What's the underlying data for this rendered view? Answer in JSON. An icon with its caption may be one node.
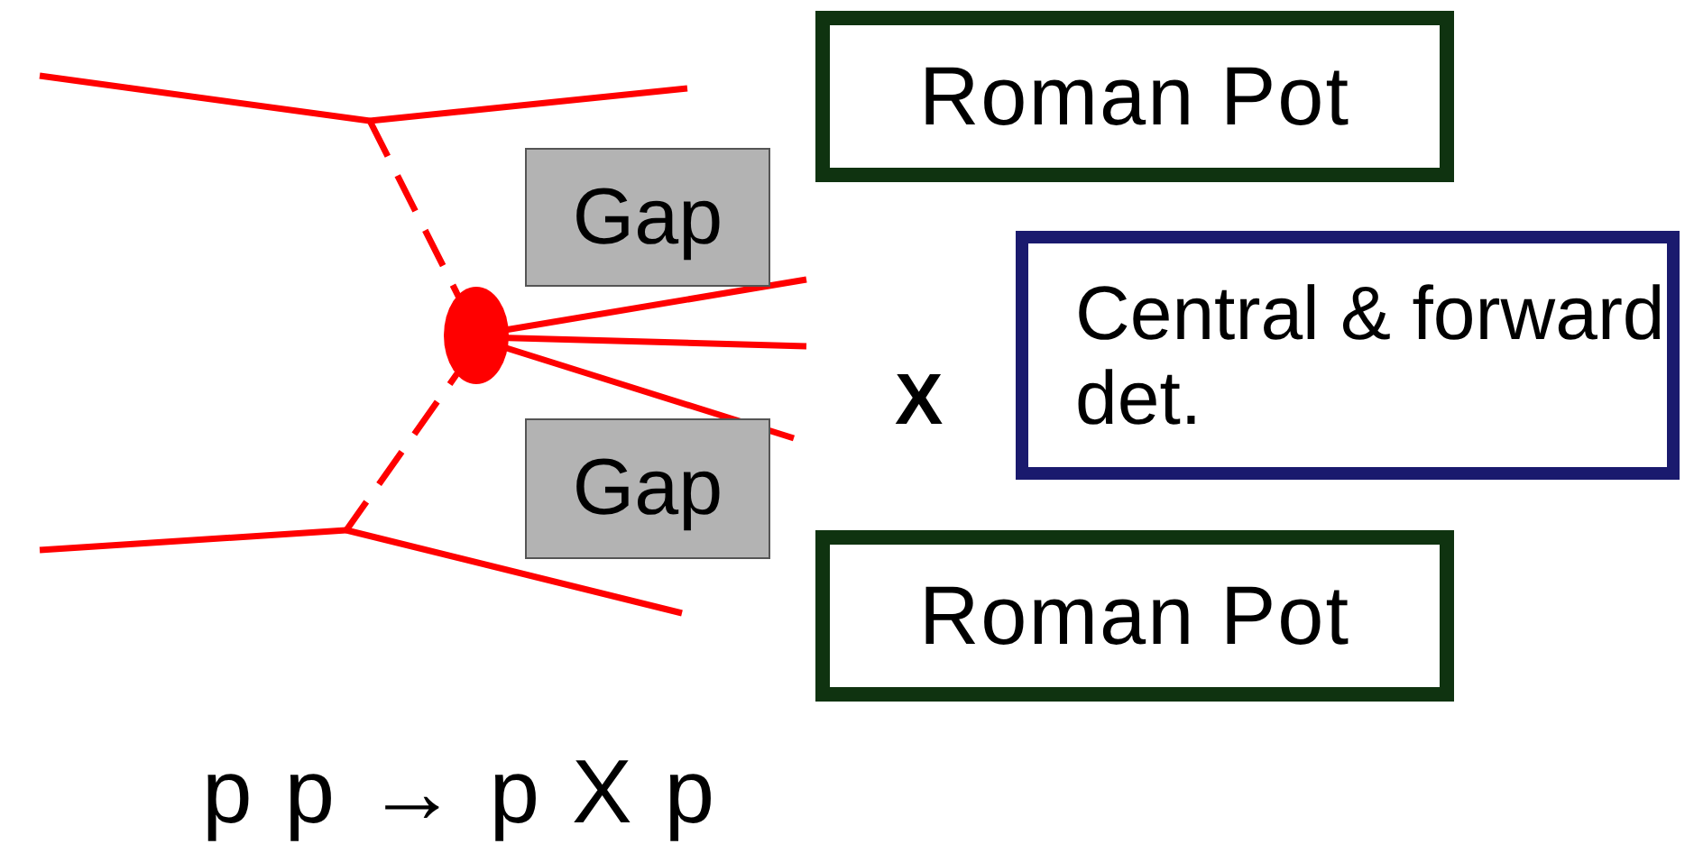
{
  "diagram": {
    "nodes": [
      {
        "text": [
          "Roman Pot"
        ]
      },
      {
        "text": [
          "Gap"
        ]
      },
      {
        "text": [
          "Central & forward det."
        ]
      },
      {
        "text": [
          "Gap"
        ]
      },
      {
        "text": [
          "Roman Pot"
        ]
      }
    ],
    "labels": [
      "X",
      "p p → p X p"
    ]
  }
}
